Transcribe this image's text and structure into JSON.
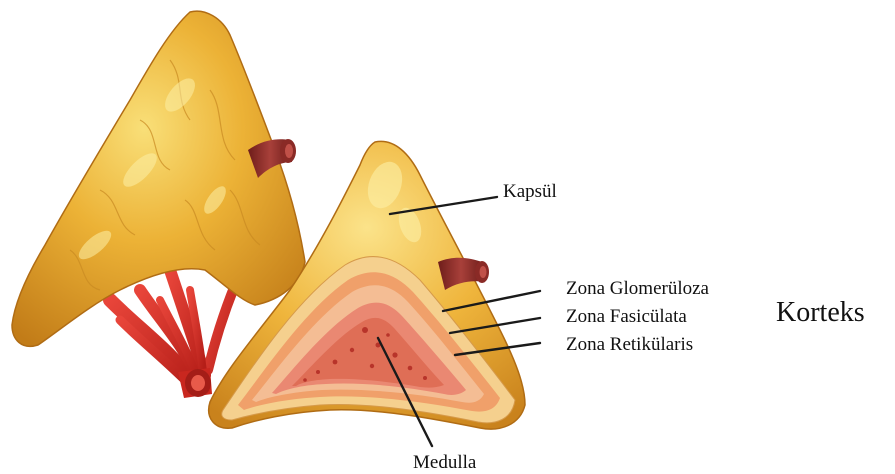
{
  "diagram": {
    "labels": {
      "kapsul": "Kapsül",
      "zona_glomeruloza": "Zona Glomerüloza",
      "zona_fasiculata": "Zona Fasicülata",
      "zona_retikularis": "Zona Retikülaris",
      "medulla": "Medulla",
      "korteks": "Korteks"
    },
    "colors": {
      "gland_outer": "#e8a92a",
      "gland_highlight": "#f7d96a",
      "gland_shadow": "#b8741a",
      "vessel": "#d62c22",
      "vein": "#8a2a26",
      "capsule_cut": "#f3c98a",
      "glomerulosa": "#f09a5e",
      "fasciculata": "#f2b58a",
      "reticularis": "#e8806a",
      "medulla": "#dd6a52"
    }
  }
}
